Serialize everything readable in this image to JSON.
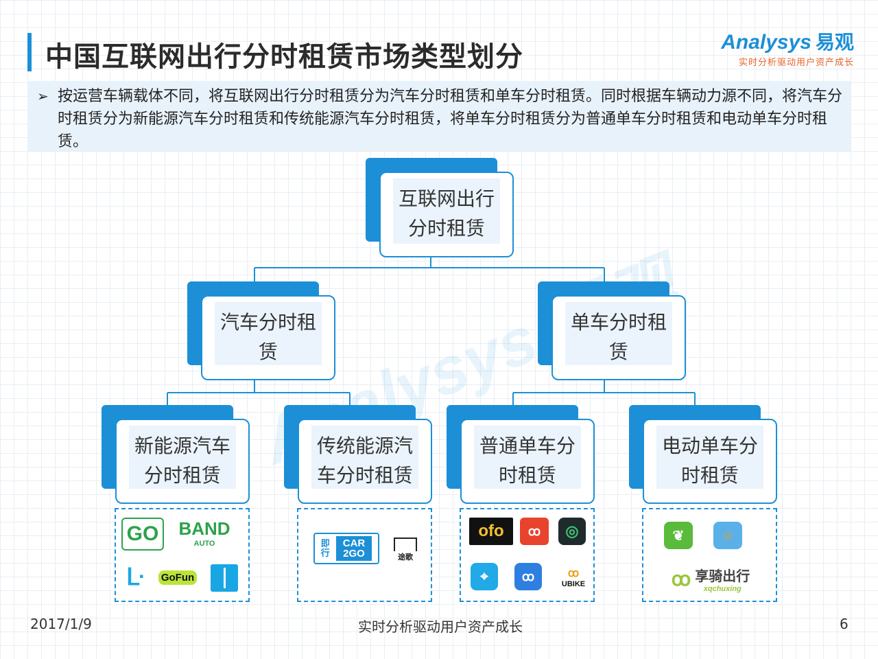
{
  "title": "中国互联网出行分时租赁市场类型划分",
  "logo": {
    "brand": "Analysys",
    "brand_cn": "易观",
    "slogan": "实时分析驱动用户资产成长"
  },
  "intro": {
    "bullet": "➢",
    "text": "按运营车辆载体不同，将互联网出行分时租赁分为汽车分时租赁和单车分时租赁。同时根据车辆动力源不同，将汽车分时租赁分为新能源汽车分时租赁和传统能源汽车分时租赁，将单车分时租赁分为普通单车分时租赁和电动单车分时租赁。"
  },
  "tree": {
    "root": {
      "line1": "互联网出行",
      "line2": "分时租赁"
    },
    "car": {
      "line1": "汽车分时租",
      "line2": "赁"
    },
    "bike": {
      "line1": "单车分时租",
      "line2": "赁"
    },
    "ev_car": {
      "line1": "新能源汽车",
      "line2": "分时租赁"
    },
    "fuel_car": {
      "line1": "传统能源汽",
      "line2": "车分时租赁"
    },
    "normal_bike": {
      "line1": "普通单车分",
      "line2": "时租赁"
    },
    "e_bike": {
      "line1": "电动单车分",
      "line2": "时租赁"
    }
  },
  "logos": {
    "ev": {
      "go": "GO",
      "band": "BAND",
      "band_sub": "AUTO",
      "gofun": "GoFun"
    },
    "fuel": {
      "jixing": "即行",
      "car2go_top": "CAR",
      "car2go_bottom": "2GO",
      "tuge": "途歌"
    },
    "bike": {
      "ofo": "ofo",
      "ubike": "UBIKE"
    },
    "ebike": {
      "xq": "享骑出行",
      "xq_sub": "xqchuxing"
    }
  },
  "watermark": "Analysys 易观",
  "footer": {
    "date": "2017/1/9",
    "center": "实时分析驱动用户资产成长",
    "page": "6"
  },
  "colors": {
    "accent": "#1c8fd6",
    "orange": "#e8632a"
  }
}
